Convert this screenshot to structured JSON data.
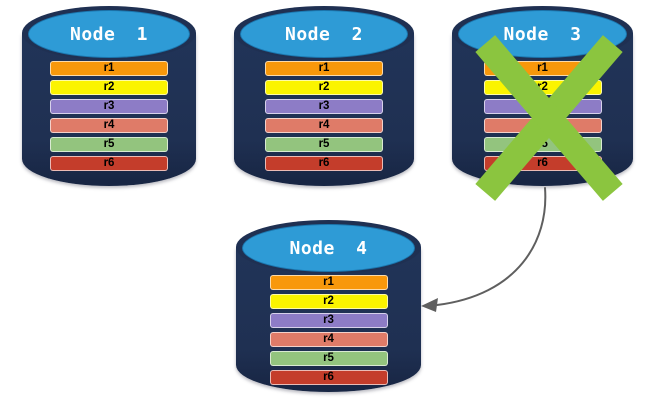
{
  "diagram": {
    "description": "Replica redistribution after node failure",
    "nodes": [
      {
        "id": "node-1",
        "label": "Node 1",
        "failed": false,
        "replicas": [
          {
            "label": "r1",
            "color": "#F8980B"
          },
          {
            "label": "r2",
            "color": "#FBF400"
          },
          {
            "label": "r3",
            "color": "#8D7CC6"
          },
          {
            "label": "r4",
            "color": "#DF7B68"
          },
          {
            "label": "r5",
            "color": "#93C47E"
          },
          {
            "label": "r6",
            "color": "#C43D2B"
          }
        ]
      },
      {
        "id": "node-2",
        "label": "Node 2",
        "failed": false,
        "replicas": [
          {
            "label": "r1",
            "color": "#F8980B"
          },
          {
            "label": "r2",
            "color": "#FBF400"
          },
          {
            "label": "r3",
            "color": "#8D7CC6"
          },
          {
            "label": "r4",
            "color": "#DF7B68"
          },
          {
            "label": "r5",
            "color": "#93C47E"
          },
          {
            "label": "r6",
            "color": "#C43D2B"
          }
        ]
      },
      {
        "id": "node-3",
        "label": "Node 3",
        "failed": true,
        "replicas": [
          {
            "label": "r1",
            "color": "#F8980B"
          },
          {
            "label": "r2",
            "color": "#FBF400"
          },
          {
            "label": "r3",
            "color": "#8D7CC6"
          },
          {
            "label": "r4",
            "color": "#DF7B68"
          },
          {
            "label": "r5",
            "color": "#93C47E"
          },
          {
            "label": "r6",
            "color": "#C43D2B"
          }
        ]
      },
      {
        "id": "node-4",
        "label": "Node 4",
        "failed": false,
        "replicas": [
          {
            "label": "r1",
            "color": "#F8980B"
          },
          {
            "label": "r2",
            "color": "#FBF400"
          },
          {
            "label": "r3",
            "color": "#8D7CC6"
          },
          {
            "label": "r4",
            "color": "#DF7B68"
          },
          {
            "label": "r5",
            "color": "#93C47E"
          },
          {
            "label": "r6",
            "color": "#C43D2B"
          }
        ]
      }
    ],
    "failure_marker": {
      "node": "Node 3",
      "icon": "x-mark",
      "color": "#8BC53F"
    },
    "transfer_arrow": {
      "from": "Node 3",
      "to": "Node 4",
      "color": "#5F5F5F"
    },
    "colors": {
      "cylinder_body": "#1F3052",
      "cylinder_top_face": "#2E9BD6",
      "node_title_text": "#FFFFFF",
      "replica_label_text": "#000000",
      "background": "#FFFFFF"
    }
  }
}
